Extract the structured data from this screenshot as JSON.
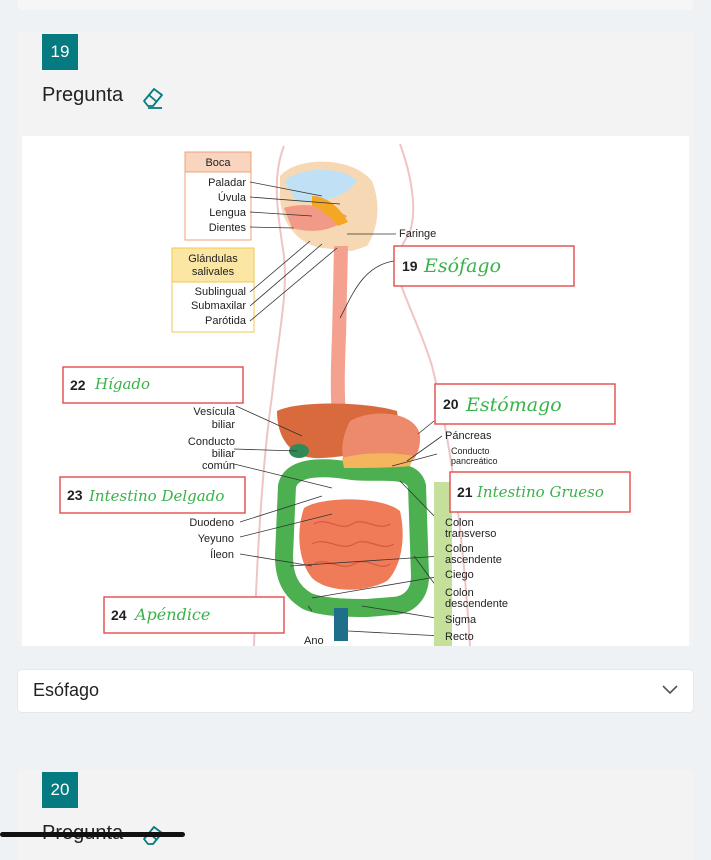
{
  "question": {
    "number": "19",
    "label": "Pregunta",
    "answer": "Esófago"
  },
  "next_question": {
    "number": "20",
    "label": "Pregunta"
  },
  "diagram": {
    "boca_title": "Boca",
    "boca_items": [
      "Paladar",
      "Úvula",
      "Lengua",
      "Dientes"
    ],
    "glandulas_title_1": "Glándulas",
    "glandulas_title_2": "salivales",
    "glandulas_items": [
      "Sublingual",
      "Submaxilar",
      "Parótida"
    ],
    "faringe": "Faringe",
    "vesicula_1": "Vesícula",
    "vesicula_2": "biliar",
    "conducto_biliar_1": "Conducto",
    "conducto_biliar_2": "biliar",
    "conducto_biliar_3": "común",
    "pancreas": "Páncreas",
    "conducto_pancreatico_1": "Conducto",
    "conducto_pancreatico_2": "pancreático",
    "duodeno": "Duodeno",
    "yeyuno": "Yeyuno",
    "ileon": "Íleon",
    "colon_transverso_1": "Colon",
    "colon_transverso_2": "transverso",
    "colon_ascendente_1": "Colon",
    "colon_ascendente_2": "ascendente",
    "ciego": "Ciego",
    "colon_descendente_1": "Colon",
    "colon_descendente_2": "descendente",
    "sigma": "Sigma",
    "recto": "Recto",
    "ano": "Ano",
    "box19_num": "19",
    "box19_answer": "Esófago",
    "box20_num": "20",
    "box20_answer": "Estómago",
    "box21_num": "21",
    "box21_answer": "Intestino Grueso",
    "box22_num": "22",
    "box22_answer": "Hígado",
    "box23_num": "23",
    "box23_answer": "Intestino Delgado",
    "box24_num": "24",
    "box24_answer": "Apéndice"
  },
  "colors": {
    "accent": "#057a80",
    "answer_box": "#e34b4b",
    "handwriting": "#3ab24a"
  }
}
